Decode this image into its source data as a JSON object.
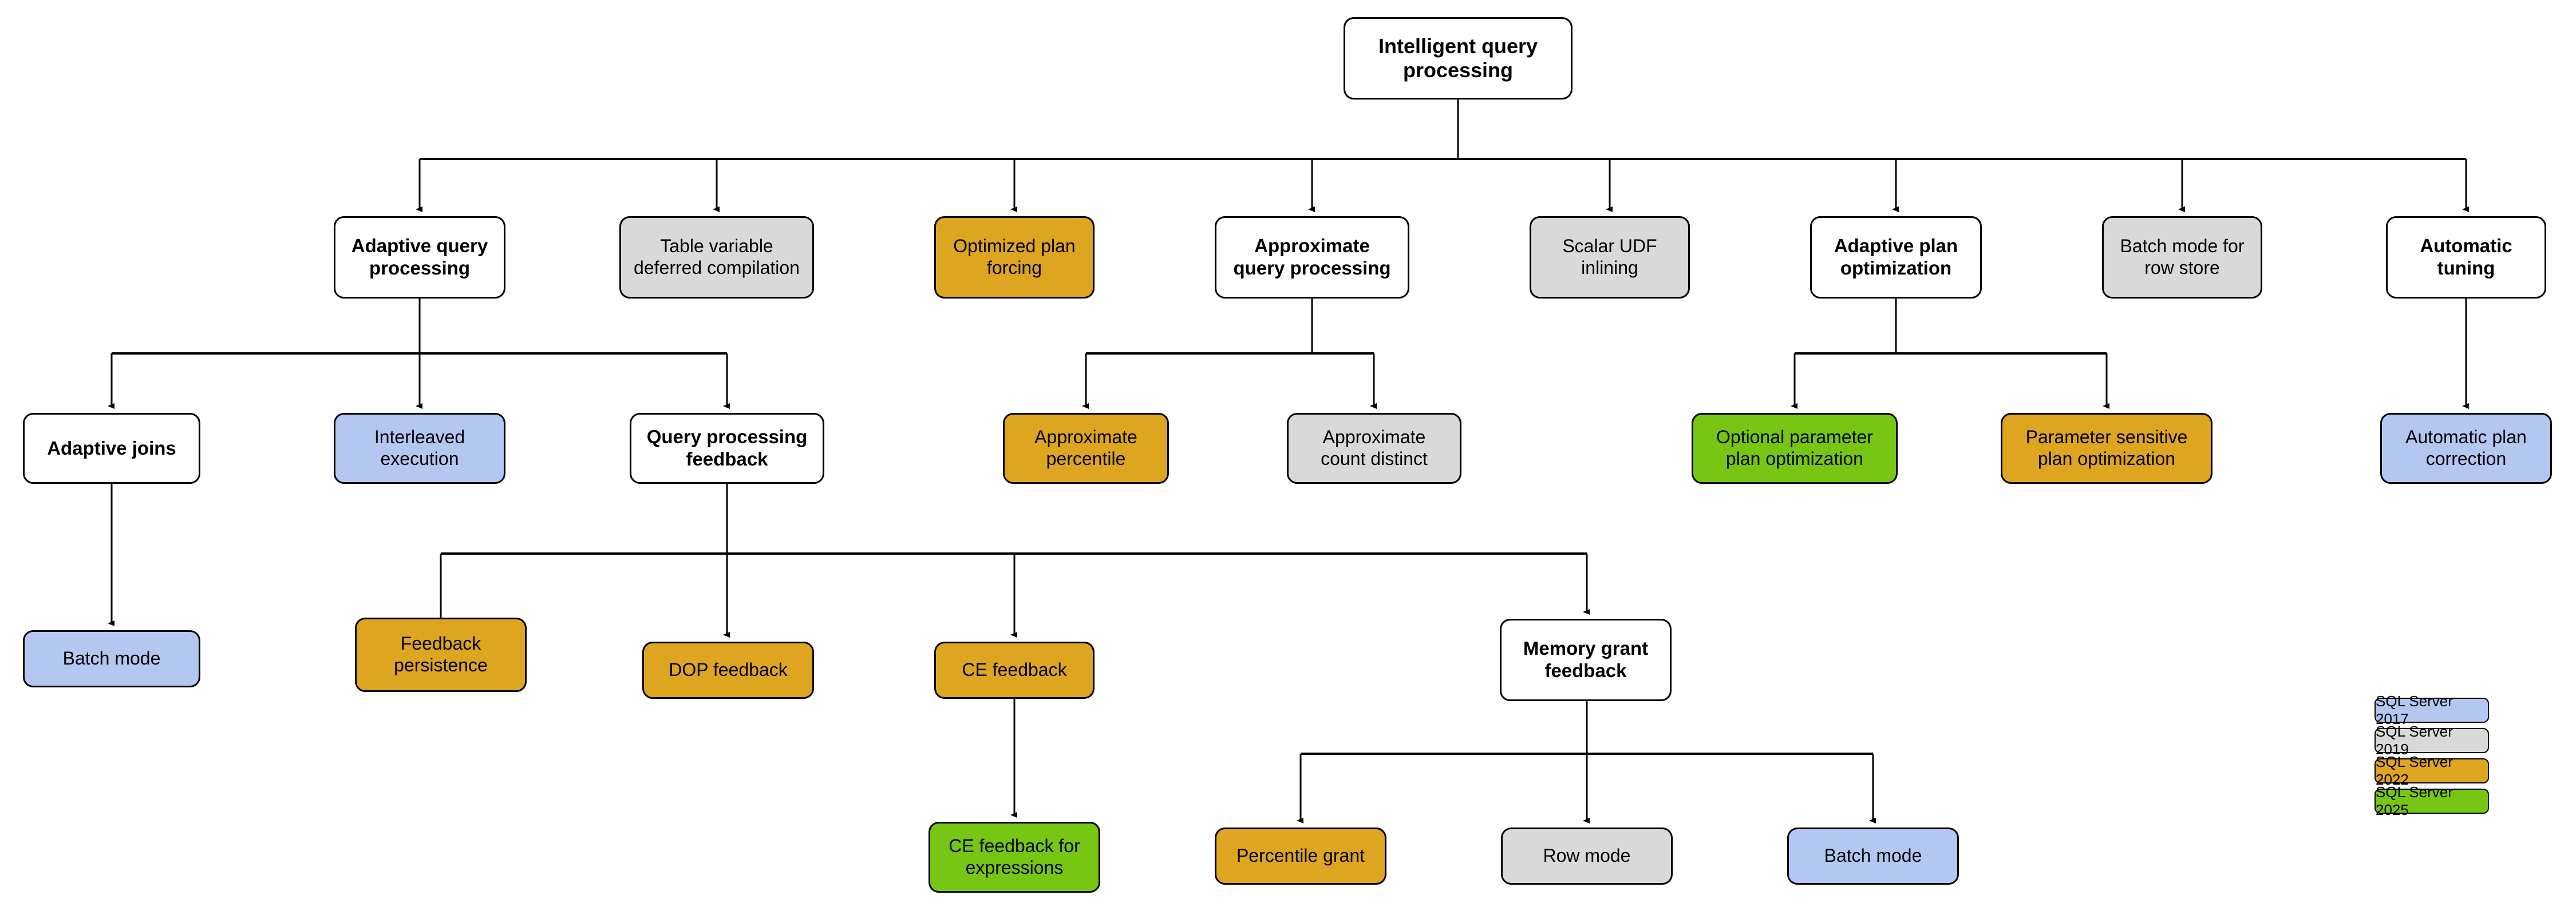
{
  "diagram": {
    "type": "hierarchy-tree",
    "title": "Intelligent query processing",
    "legend": {
      "items": [
        {
          "label": "SQL Server 2017",
          "color": "#b4c7f0",
          "style": "blue"
        },
        {
          "label": "SQL Server 2019",
          "color": "#d9d9d9",
          "style": "gray"
        },
        {
          "label": "SQL Server 2022",
          "color": "#dda520",
          "style": "orange"
        },
        {
          "label": "SQL Server 2025",
          "color": "#76c613",
          "style": "green"
        }
      ]
    },
    "nodes": {
      "root": {
        "label": "Intelligent query\nprocessing",
        "style": "plain",
        "level": "root"
      },
      "adaptive_query_processing": {
        "label": "Adaptive query\nprocessing",
        "style": "plain",
        "level": "lvl1"
      },
      "table_variable_deferred_compilation": {
        "label": "Table variable\ndeferred compilation",
        "style": "gray",
        "level": "lvl1"
      },
      "optimized_plan_forcing": {
        "label": "Optimized plan\nforcing",
        "style": "orange",
        "level": "lvl1"
      },
      "approximate_query_processing": {
        "label": "Approximate\nquery processing",
        "style": "plain",
        "level": "lvl1"
      },
      "scalar_udf_inlining": {
        "label": "Scalar UDF\ninlining",
        "style": "gray",
        "level": "lvl1"
      },
      "adaptive_plan_optimization": {
        "label": "Adaptive plan\noptimization",
        "style": "plain",
        "level": "lvl1"
      },
      "batch_mode_for_row_store": {
        "label": "Batch mode for\nrow store",
        "style": "gray",
        "level": "lvl1"
      },
      "automatic_tuning": {
        "label": "Automatic\ntuning",
        "style": "plain",
        "level": "lvl1"
      },
      "adaptive_joins": {
        "label": "Adaptive joins",
        "style": "plain",
        "level": "lvl1"
      },
      "interleaved_execution": {
        "label": "Interleaved\nexecution",
        "style": "blue",
        "level": "lvl2"
      },
      "query_processing_feedback": {
        "label": "Query processing\nfeedback",
        "style": "plain",
        "level": "lvl1"
      },
      "approximate_percentile": {
        "label": "Approximate\npercentile",
        "style": "orange",
        "level": "lvl2"
      },
      "approximate_count_distinct": {
        "label": "Approximate\ncount distinct",
        "style": "gray",
        "level": "lvl2"
      },
      "optional_parameter_plan_optimization": {
        "label": "Optional parameter\nplan optimization",
        "style": "green",
        "level": "lvl2"
      },
      "parameter_sensitive_plan_optimization": {
        "label": "Parameter sensitive\nplan optimization",
        "style": "orange",
        "level": "lvl2"
      },
      "automatic_plan_correction": {
        "label": "Automatic plan\ncorrection",
        "style": "blue",
        "level": "lvl2"
      },
      "batch_mode_adaptive_joins": {
        "label": "Batch mode",
        "style": "blue",
        "level": "lvl2"
      },
      "feedback_persistence": {
        "label": "Feedback\npersistence",
        "style": "orange",
        "level": "lvl2"
      },
      "dop_feedback": {
        "label": "DOP feedback",
        "style": "orange",
        "level": "lvl2"
      },
      "ce_feedback": {
        "label": "CE feedback",
        "style": "orange",
        "level": "lvl2"
      },
      "memory_grant_feedback": {
        "label": "Memory grant\nfeedback",
        "style": "plain",
        "level": "lvl1"
      },
      "ce_feedback_for_expressions": {
        "label": "CE feedback for\nexpressions",
        "style": "green",
        "level": "lvl2"
      },
      "percentile_grant": {
        "label": "Percentile grant",
        "style": "orange",
        "level": "lvl2"
      },
      "row_mode": {
        "label": "Row mode",
        "style": "gray",
        "level": "lvl2"
      },
      "batch_mode_memory_grant": {
        "label": "Batch mode",
        "style": "blue",
        "level": "lvl2"
      }
    },
    "edges": [
      {
        "from": "root",
        "to": "adaptive_query_processing"
      },
      {
        "from": "root",
        "to": "table_variable_deferred_compilation"
      },
      {
        "from": "root",
        "to": "optimized_plan_forcing"
      },
      {
        "from": "root",
        "to": "approximate_query_processing"
      },
      {
        "from": "root",
        "to": "scalar_udf_inlining"
      },
      {
        "from": "root",
        "to": "adaptive_plan_optimization"
      },
      {
        "from": "root",
        "to": "batch_mode_for_row_store"
      },
      {
        "from": "root",
        "to": "automatic_tuning"
      },
      {
        "from": "adaptive_query_processing",
        "to": "adaptive_joins"
      },
      {
        "from": "adaptive_query_processing",
        "to": "interleaved_execution"
      },
      {
        "from": "adaptive_query_processing",
        "to": "query_processing_feedback"
      },
      {
        "from": "approximate_query_processing",
        "to": "approximate_percentile"
      },
      {
        "from": "approximate_query_processing",
        "to": "approximate_count_distinct"
      },
      {
        "from": "adaptive_plan_optimization",
        "to": "optional_parameter_plan_optimization"
      },
      {
        "from": "adaptive_plan_optimization",
        "to": "parameter_sensitive_plan_optimization"
      },
      {
        "from": "automatic_tuning",
        "to": "automatic_plan_correction"
      },
      {
        "from": "adaptive_joins",
        "to": "batch_mode_adaptive_joins"
      },
      {
        "from": "query_processing_feedback",
        "to": "feedback_persistence"
      },
      {
        "from": "query_processing_feedback",
        "to": "dop_feedback"
      },
      {
        "from": "query_processing_feedback",
        "to": "ce_feedback"
      },
      {
        "from": "query_processing_feedback",
        "to": "memory_grant_feedback"
      },
      {
        "from": "ce_feedback",
        "to": "ce_feedback_for_expressions"
      },
      {
        "from": "memory_grant_feedback",
        "to": "percentile_grant"
      },
      {
        "from": "memory_grant_feedback",
        "to": "row_mode"
      },
      {
        "from": "memory_grant_feedback",
        "to": "batch_mode_memory_grant"
      }
    ]
  }
}
